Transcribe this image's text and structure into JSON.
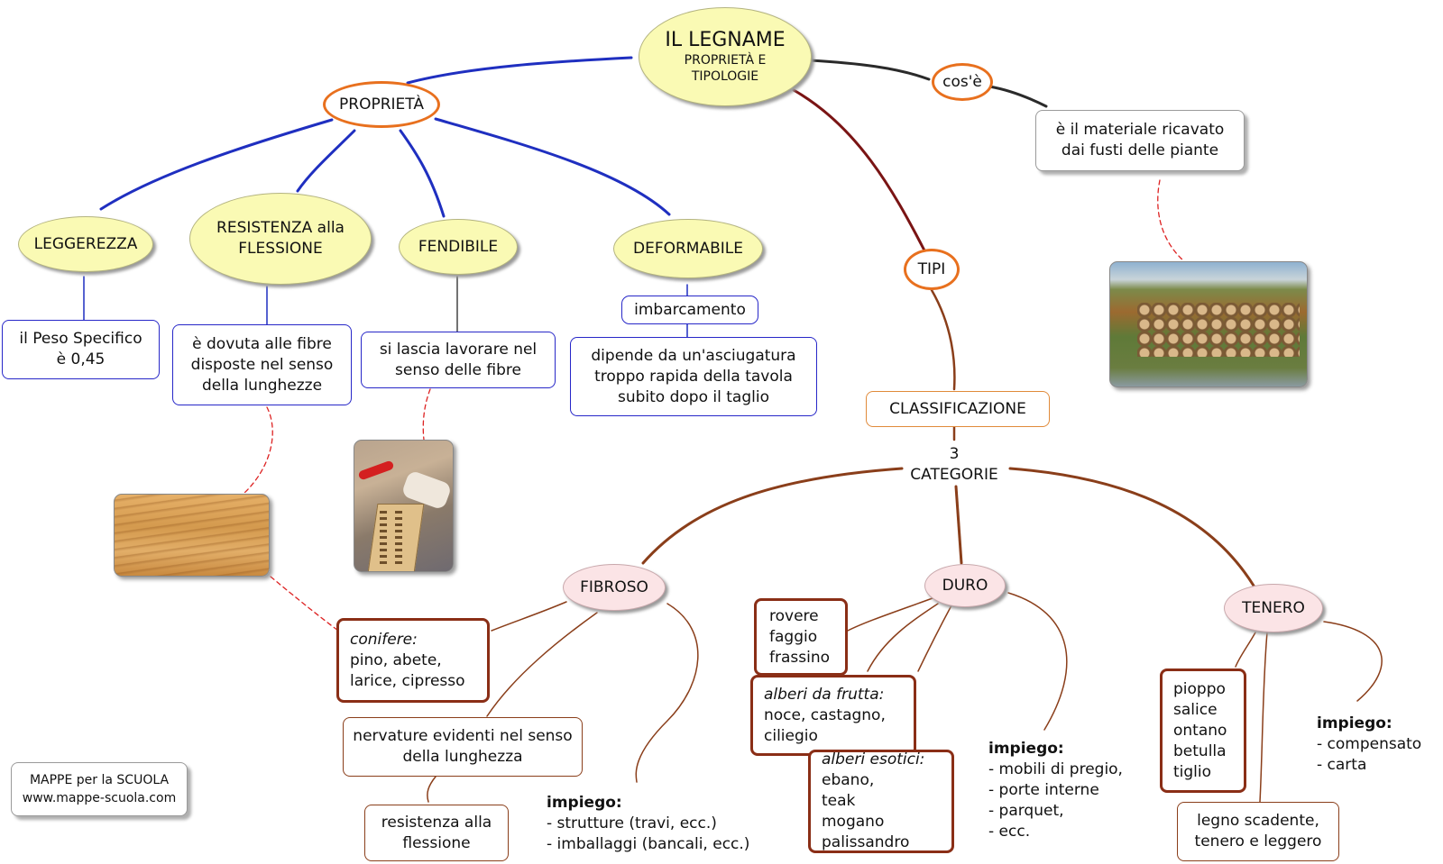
{
  "title": {
    "main": "IL LEGNAME",
    "sub": "PROPRIETÀ E TIPOLOGIE"
  },
  "proprieta": "PROPRIETÀ",
  "cose": "cos'è",
  "cose_text": "è il materiale ricavato dai fusti delle piante",
  "tipi": "TIPI",
  "properties": {
    "leggerezza": {
      "label": "LEGGEREZZA",
      "detail": "il Peso Specifico è 0,45"
    },
    "resistenza": {
      "label": "RESISTENZA alla FLESSIONE",
      "detail": "è dovuta alle fibre disposte nel senso della lunghezze"
    },
    "fendibile": {
      "label": "FENDIBILE",
      "detail": "si lascia lavorare nel senso delle fibre"
    },
    "deformabile": {
      "label": "DEFORMABILE",
      "sub": "imbarcamento",
      "detail": "dipende da un'asciugatura troppo rapida della tavola subito dopo il taglio"
    }
  },
  "classificazione": "CLASSIFICAZIONE",
  "categorie": {
    "num": "3",
    "label": "CATEGORIE"
  },
  "fibroso": {
    "label": "FIBROSO",
    "group_title": "conifere:",
    "group_items": "pino, abete, larice, cipresso",
    "nervature": "nervature evidenti nel senso della lunghezza",
    "resistenza": "resistenza alla flessione",
    "impiego_title": "impiego:",
    "impiego": [
      "- strutture (travi, ecc.)",
      "- imballaggi (bancali, ecc.)"
    ]
  },
  "duro": {
    "label": "DURO",
    "woods": [
      "rovere",
      "faggio",
      "frassino"
    ],
    "frutta_title": "alberi da frutta:",
    "frutta_items": "noce, castagno, ciliegio",
    "esotici_title": "alberi esotici:",
    "esotici_items": "ebano, teak mogano palissandro",
    "impiego_title": "impiego:",
    "impiego": [
      "- mobili di pregio,",
      "- porte interne",
      "- parquet,",
      "- ecc."
    ]
  },
  "tenero": {
    "label": "TENERO",
    "woods": [
      "pioppo",
      "salice",
      "ontano",
      "betulla",
      "tiglio"
    ],
    "desc": "legno scadente, tenero e leggero",
    "impiego_title": "impiego:",
    "impiego": [
      "- compensato",
      "- carta"
    ]
  },
  "credit": {
    "line1": "MAPPE per la SCUOLA",
    "line2": "www.mappe-scuola.com"
  },
  "colors": {
    "blue": "#1f2fc0",
    "brown": "#8a3e1a",
    "darkred": "#7a1414",
    "orange": "#e8701e",
    "yellow": "#fafab4",
    "pink": "#fbe4e6"
  }
}
